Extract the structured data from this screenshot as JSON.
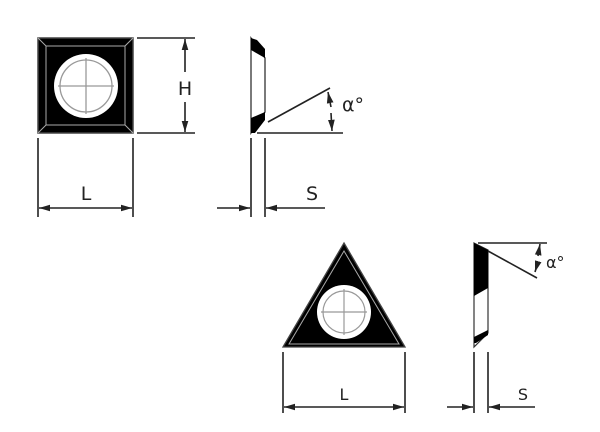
{
  "square_insert": {
    "height_label": "H",
    "length_label": "L",
    "thickness_label": "S",
    "angle_label": "α°"
  },
  "triangle_insert": {
    "length_label": "L",
    "thickness_label": "S",
    "angle_label": "α°"
  },
  "colors": {
    "line": "#222222",
    "fill": "#000000",
    "hole": "#ffffff",
    "crosshair": "#999999"
  }
}
